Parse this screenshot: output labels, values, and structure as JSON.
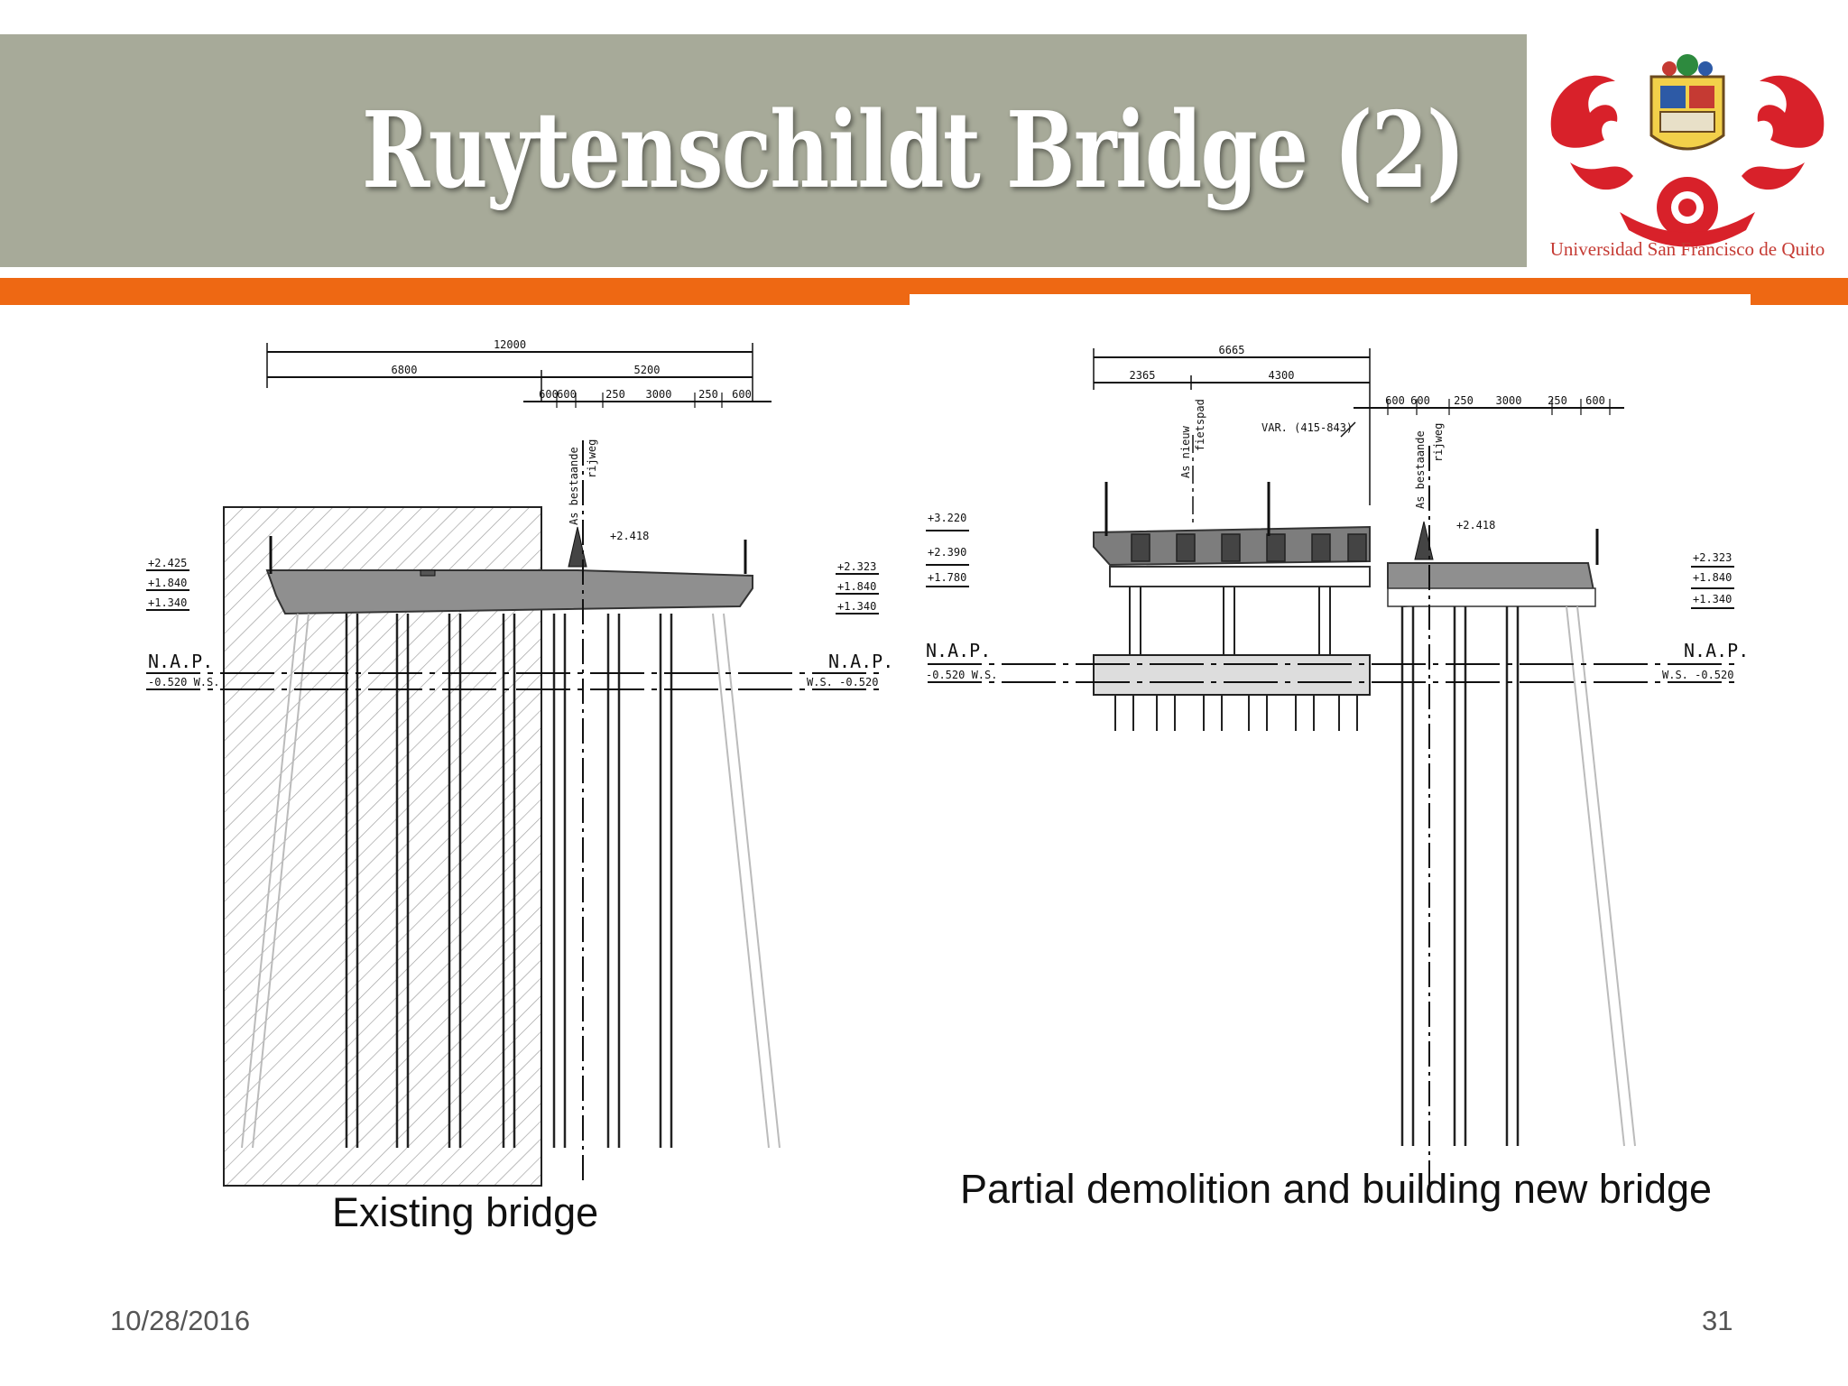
{
  "slide": {
    "title": "Ruytenschildt Bridge (2)",
    "date": "10/28/2016",
    "page_number": "31",
    "logo_caption": "Universidad San Francisco de Quito"
  },
  "left_figure": {
    "caption": "Existing bridge",
    "dim_total": "12000",
    "dim_a": "6800",
    "dim_b": "5200",
    "dim_row": [
      "600",
      "600",
      "250",
      "3000",
      "250",
      "600"
    ],
    "axis_label_1": "As bestaande",
    "axis_label_2": "rijweg",
    "elev_top": "+2.418",
    "levels_left": [
      "+2.425",
      "+1.840",
      "+1.340"
    ],
    "levels_right": [
      "+2.323",
      "+1.840",
      "+1.340"
    ],
    "nap_left": "N.A.P.",
    "ws_left": "-0.520 W.S.",
    "nap_right": "N.A.P.",
    "ws_right": "W.S. -0.520"
  },
  "right_figure": {
    "caption": "Partial demolition and building new bridge",
    "dim_total": "6665",
    "dim_a": "2365",
    "dim_b": "4300",
    "dim_row": [
      "600",
      "600",
      "250",
      "3000",
      "250",
      "600"
    ],
    "var_label": "VAR. (415-843)",
    "axis_new_1": "As nieuw",
    "axis_new_2": "fietspad",
    "axis_label_1": "As bestaande",
    "axis_label_2": "rijweg",
    "elev_top": "+2.418",
    "levels_left": [
      "+3.220",
      "+2.390",
      "+1.780"
    ],
    "levels_right": [
      "+2.323",
      "+1.840",
      "+1.340"
    ],
    "nap_left": "N.A.P.",
    "ws_left": "-0.520 W.S.",
    "nap_right": "N.A.P.",
    "ws_right": "W.S. -0.520"
  }
}
